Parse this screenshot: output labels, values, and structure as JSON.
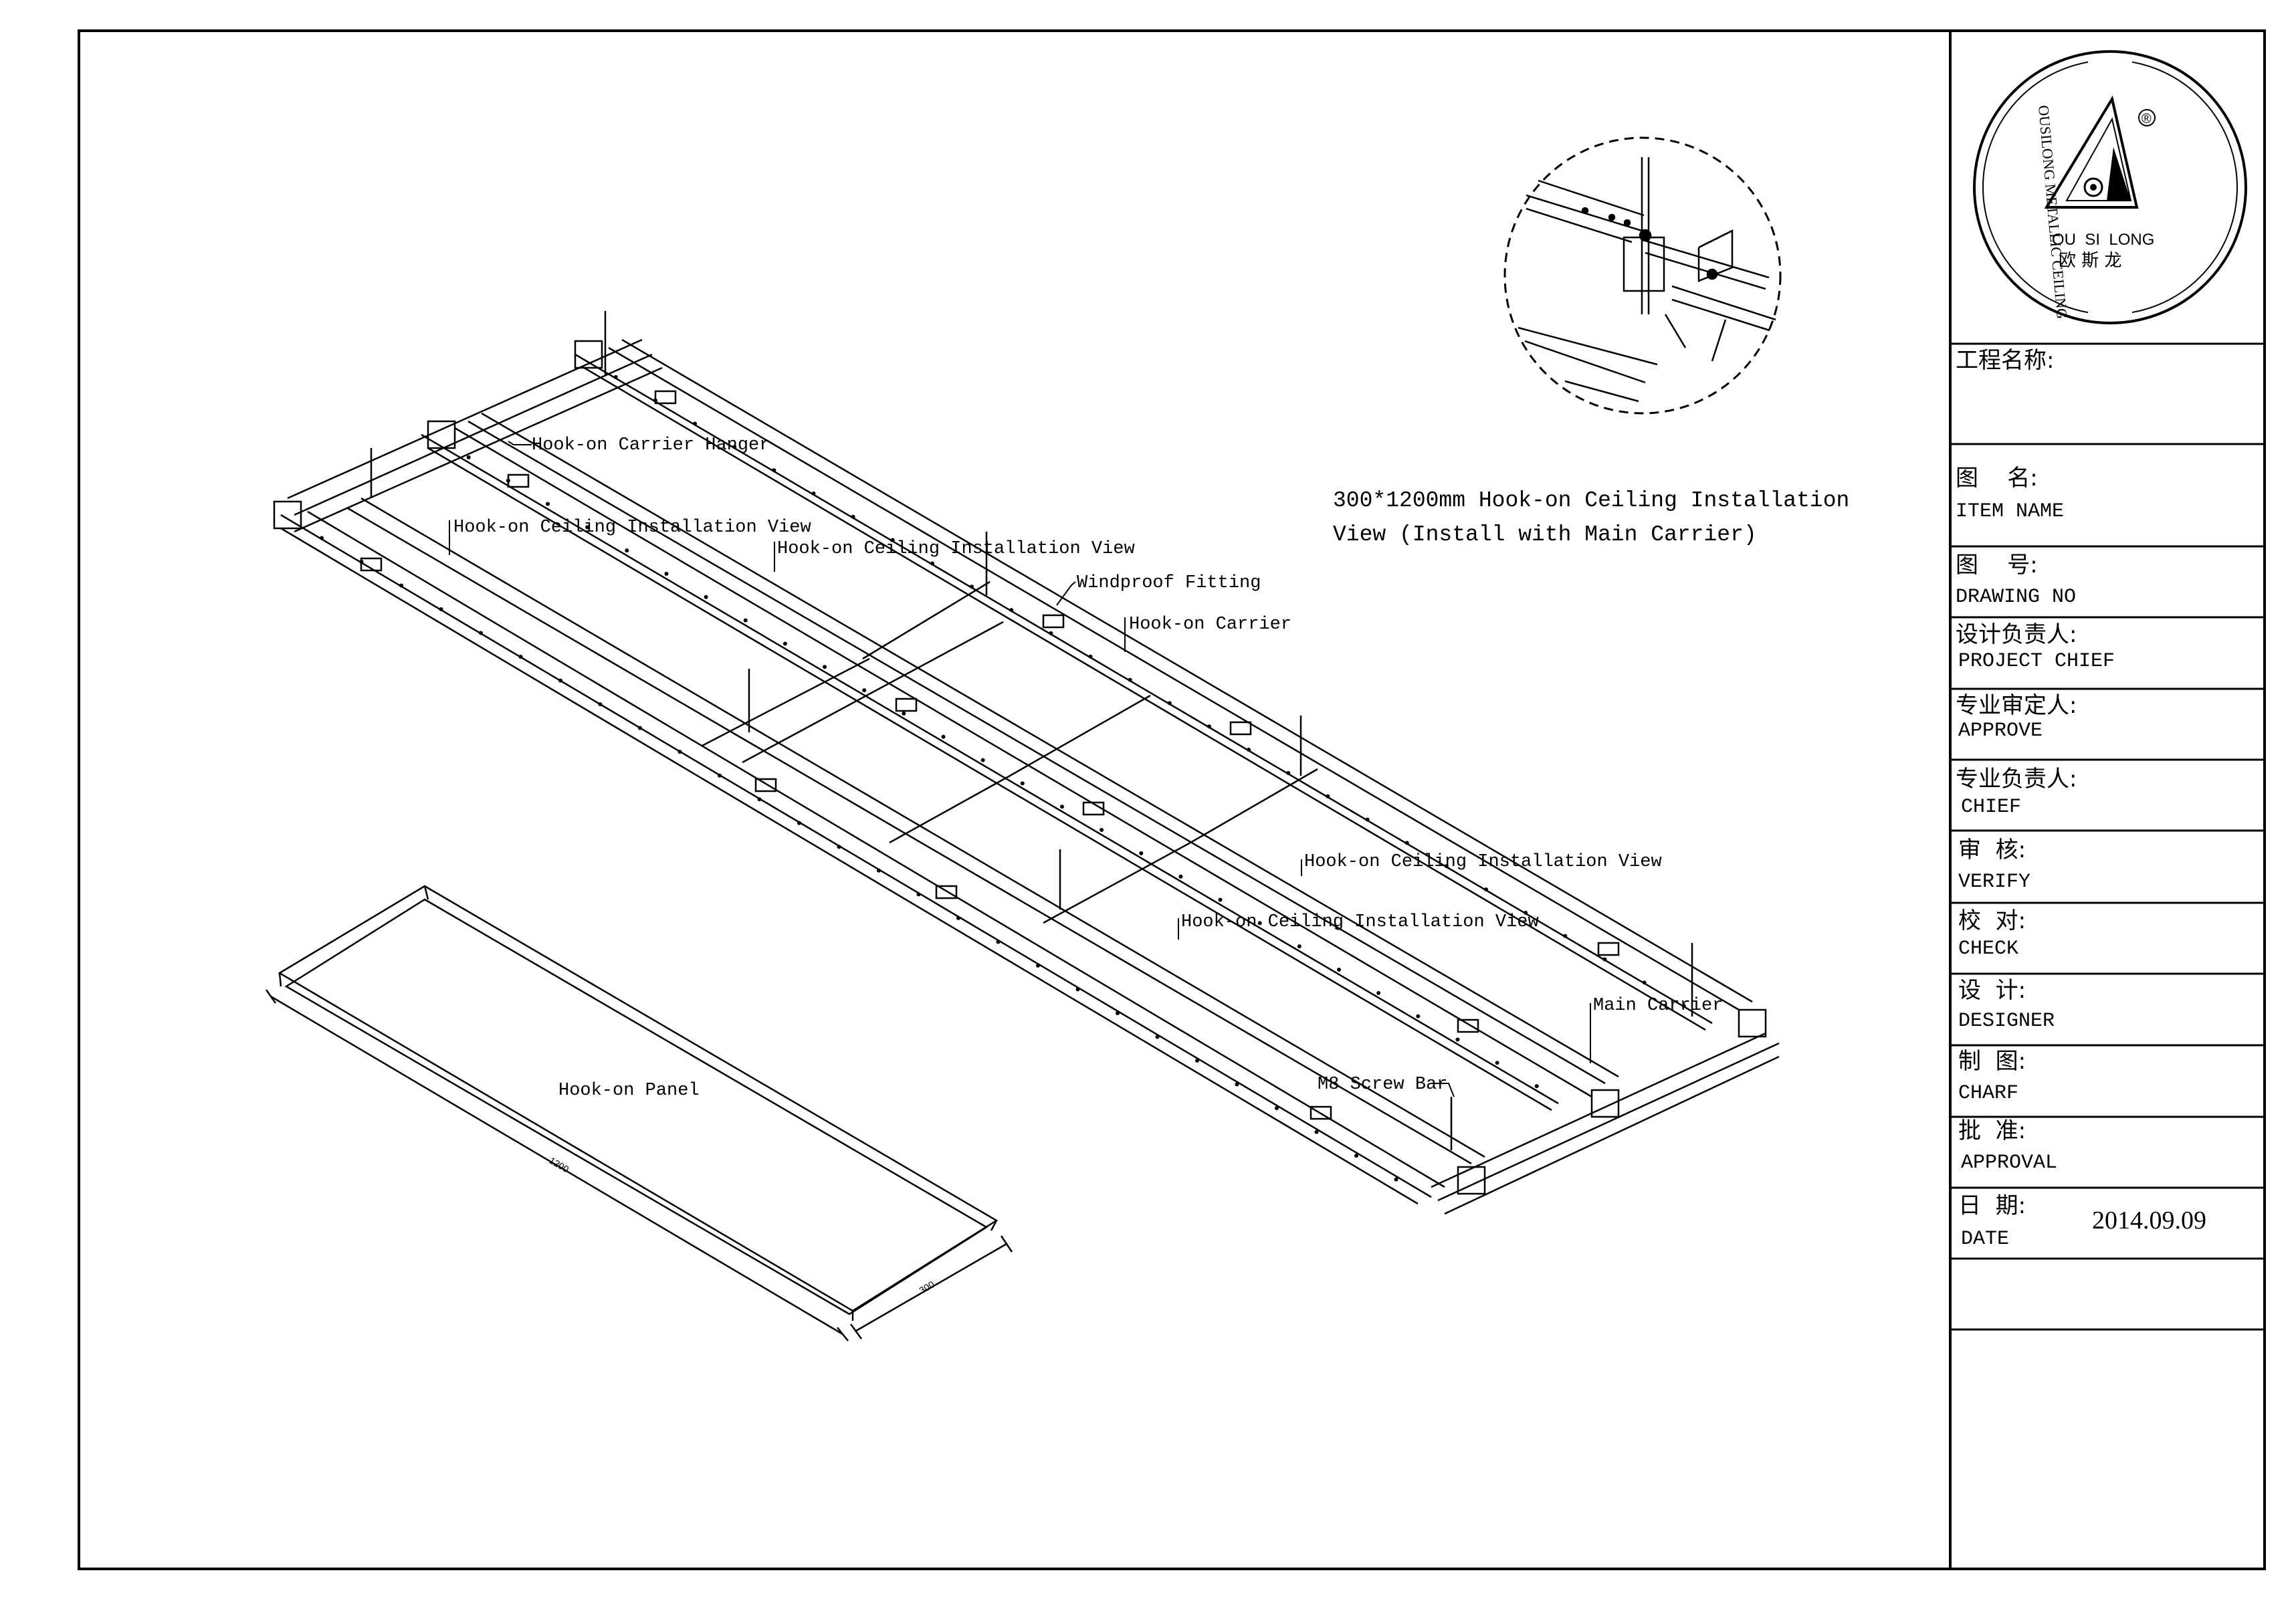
{
  "logo": {
    "ring_text": "OUSILONG METALLIC CEILING",
    "brand_en": "OU  SI  LONG",
    "brand_cn": "欧 斯 龙",
    "registered": "®"
  },
  "drawing": {
    "title_line1": "300*1200mm Hook-on Ceiling Installation",
    "title_line2": "View (Install with Main Carrier)",
    "labels": {
      "carrier_hanger": "Hook-on Carrier Hanger",
      "install_view_1": "Hook-on Ceiling Installation View",
      "install_view_2": "Hook-on Ceiling Installation View",
      "windproof": "Windproof Fitting",
      "hook_carrier": "Hook-on Carrier",
      "install_view_3": "Hook-on Ceiling Installation View",
      "install_view_4": "Hook-on Ceiling Installation View",
      "main_carrier": "Main Carrier",
      "screw_bar": "M8 Screw Bar",
      "panel": "Hook-on Panel"
    },
    "dim_long": "1200",
    "dim_short": "300"
  },
  "title_block": {
    "project_name_cn": "工程名称:",
    "item_name_cn": "图    名:",
    "item_name_en": "ITEM NAME",
    "drawing_no_cn": "图    号:",
    "drawing_no_en": "DRAWING NO",
    "project_chief_cn": "设计负责人:",
    "project_chief_en": "PROJECT CHIEF",
    "approve_cn": "专业审定人:",
    "approve_en": "APPROVE",
    "chief_cn": "专业负责人:",
    "chief_en": "CHIEF",
    "verify_cn": "审  核:",
    "verify_en": "VERIFY",
    "check_cn": "校  对:",
    "check_en": "CHECK",
    "designer_cn": "设  计:",
    "designer_en": "DESIGNER",
    "charf_cn": "制  图:",
    "charf_en": "CHARF",
    "approval_cn": "批  准:",
    "approval_en": "APPROVAL",
    "date_cn": "日  期:",
    "date_en": "DATE",
    "date_value": "2014.09.09"
  }
}
